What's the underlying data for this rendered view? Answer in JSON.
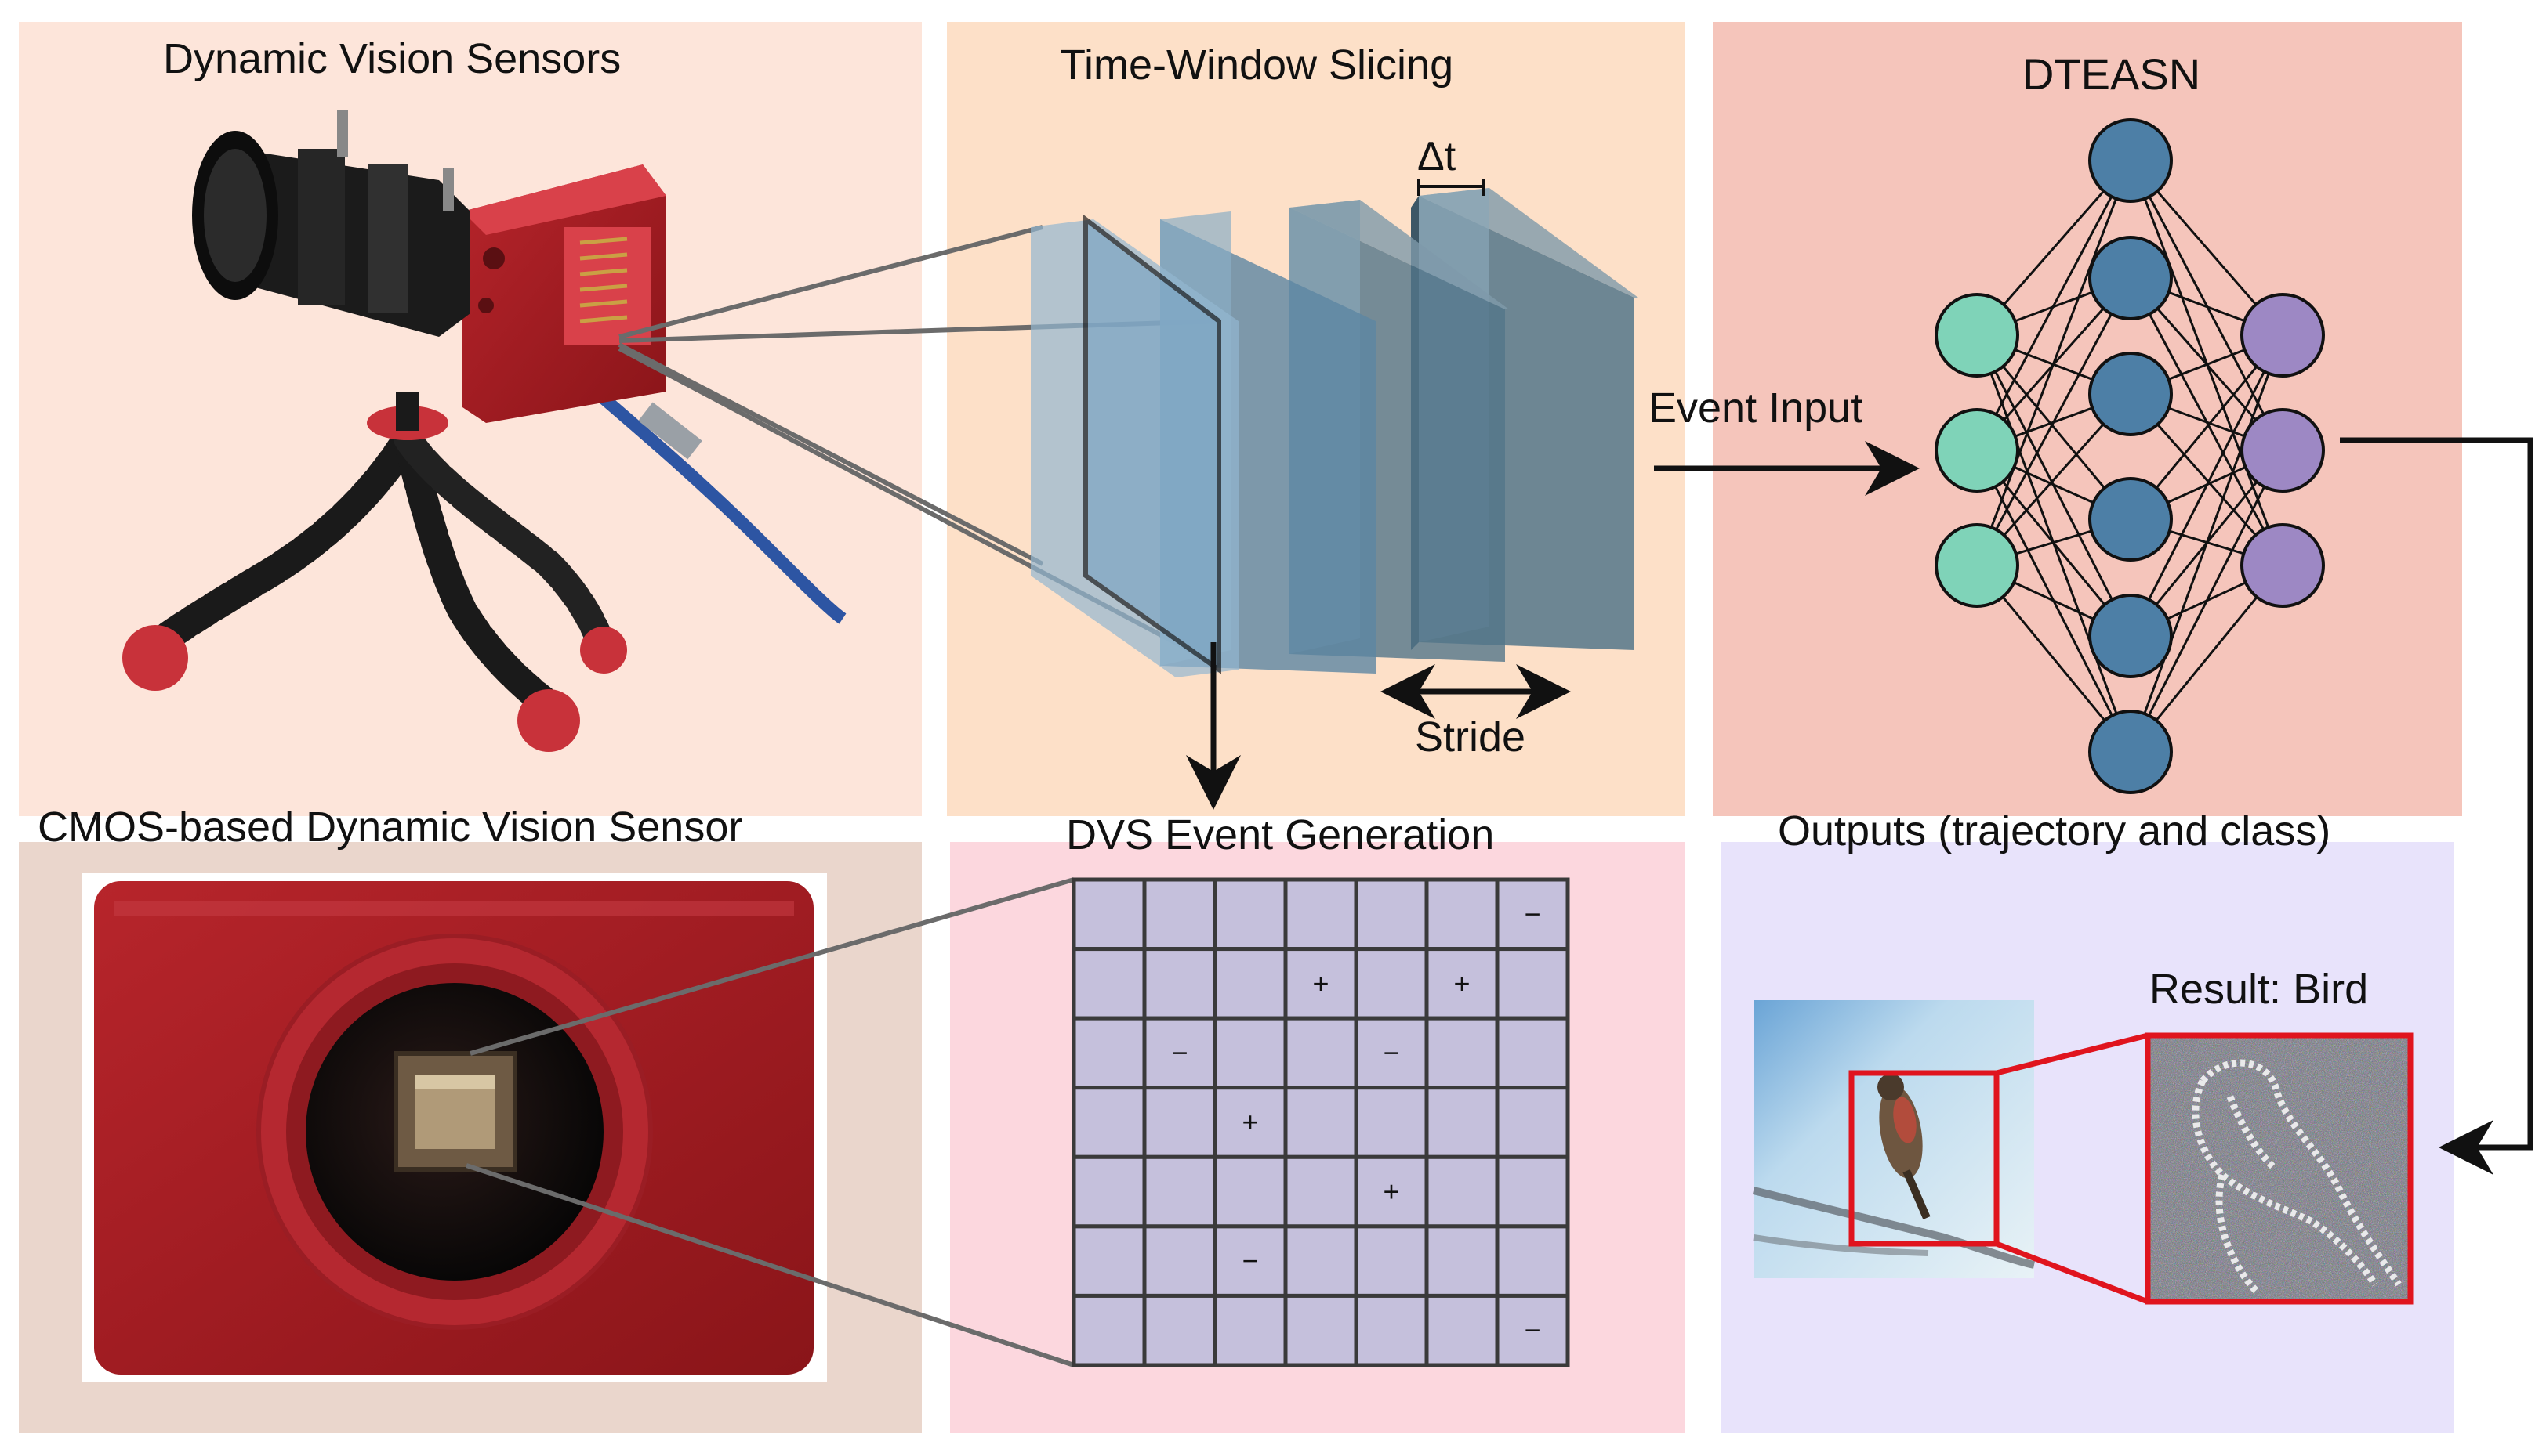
{
  "panels": {
    "dvs_sensors": {
      "title": "Dynamic Vision Sensors",
      "bg": "#fde5da"
    },
    "time_window": {
      "title": "Time-Window Slicing",
      "bg": "#fde0c8",
      "delta_label": "Δt",
      "stride_label": "Stride"
    },
    "dteasn": {
      "title": "DTEASN",
      "bg": "#f5c5bb",
      "input_label": "Event Input"
    },
    "cmos_sensor": {
      "title": "CMOS-based Dynamic Vision Sensor",
      "bg": "#ead6cc"
    },
    "event_generation": {
      "title": "DVS Event Generation",
      "bg": "#fcd7de",
      "grid_rows": 7,
      "grid_cols": 7,
      "cell_color": "#c5c0dc",
      "events": [
        {
          "row": 0,
          "col": 6,
          "polarity": "−"
        },
        {
          "row": 1,
          "col": 3,
          "polarity": "+"
        },
        {
          "row": 1,
          "col": 5,
          "polarity": "+"
        },
        {
          "row": 2,
          "col": 1,
          "polarity": "−"
        },
        {
          "row": 2,
          "col": 4,
          "polarity": "−"
        },
        {
          "row": 3,
          "col": 2,
          "polarity": "+"
        },
        {
          "row": 4,
          "col": 4,
          "polarity": "+"
        },
        {
          "row": 5,
          "col": 2,
          "polarity": "−"
        },
        {
          "row": 6,
          "col": 6,
          "polarity": "−"
        }
      ]
    },
    "outputs": {
      "title": "Outputs (trajectory and class)",
      "bg": "#e8e3fb",
      "result_label": "Result: Bird"
    }
  },
  "network": {
    "input_color": "#7fd3b8",
    "hidden_color": "#4d7fa6",
    "output_color": "#9d88c4",
    "layer_sizes": [
      3,
      6,
      3
    ]
  },
  "colors": {
    "camera_red": "#c8323a",
    "slice_blue": "#5d89a6",
    "highlight_red": "#e0141e"
  }
}
